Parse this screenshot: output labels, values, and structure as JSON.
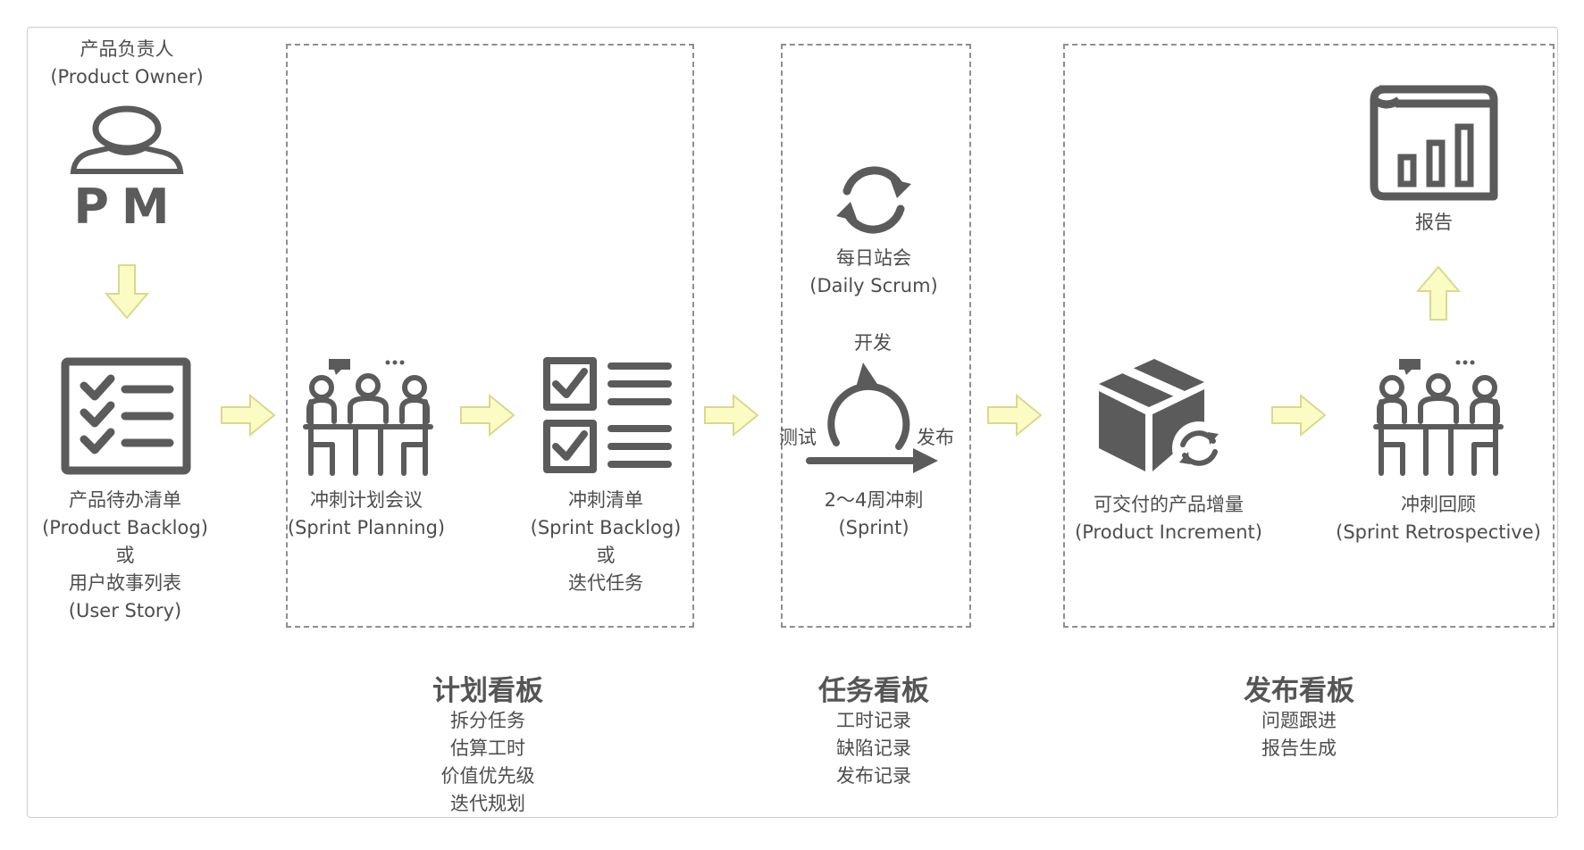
{
  "pm": {
    "title": "产品负责人",
    "subtitle": "(Product Owner)",
    "badge": "PM"
  },
  "backlog": {
    "lines": [
      "产品待办清单",
      "(Product Backlog)",
      "或",
      "用户故事列表",
      "(User Story)"
    ]
  },
  "sprint_planning": {
    "lines": [
      "冲刺计划会议",
      "(Sprint Planning)"
    ]
  },
  "sprint_backlog": {
    "lines": [
      "冲刺清单",
      "(Sprint Backlog)",
      "或",
      "迭代任务"
    ]
  },
  "daily_scrum": {
    "lines": [
      "每日站会",
      "(Daily Scrum)"
    ]
  },
  "sprint": {
    "top_label": "开发",
    "left_label": "测试",
    "right_label": "发布",
    "lines": [
      "2～4周冲刺",
      "(Sprint)"
    ]
  },
  "increment": {
    "lines": [
      "可交付的产品增量",
      "(Product Increment)"
    ]
  },
  "retro": {
    "lines": [
      "冲刺回顾",
      "(Sprint Retrospective)"
    ]
  },
  "report": {
    "label": "报告"
  },
  "boards": {
    "plan": {
      "title": "计划看板",
      "items": [
        "拆分任务",
        "估算工时",
        "价值优先级",
        "迭代规划"
      ]
    },
    "task": {
      "title": "任务看板",
      "items": [
        "工时记录",
        "缺陷记录",
        "发布记录"
      ]
    },
    "release": {
      "title": "发布看板",
      "items": [
        "问题跟进",
        "报告生成"
      ]
    }
  },
  "colors": {
    "icon": "#5b5b5b",
    "arrow_fill": "#fbfbc4",
    "arrow_stroke": "#d9d98f",
    "dash": "#8f8f8f"
  }
}
